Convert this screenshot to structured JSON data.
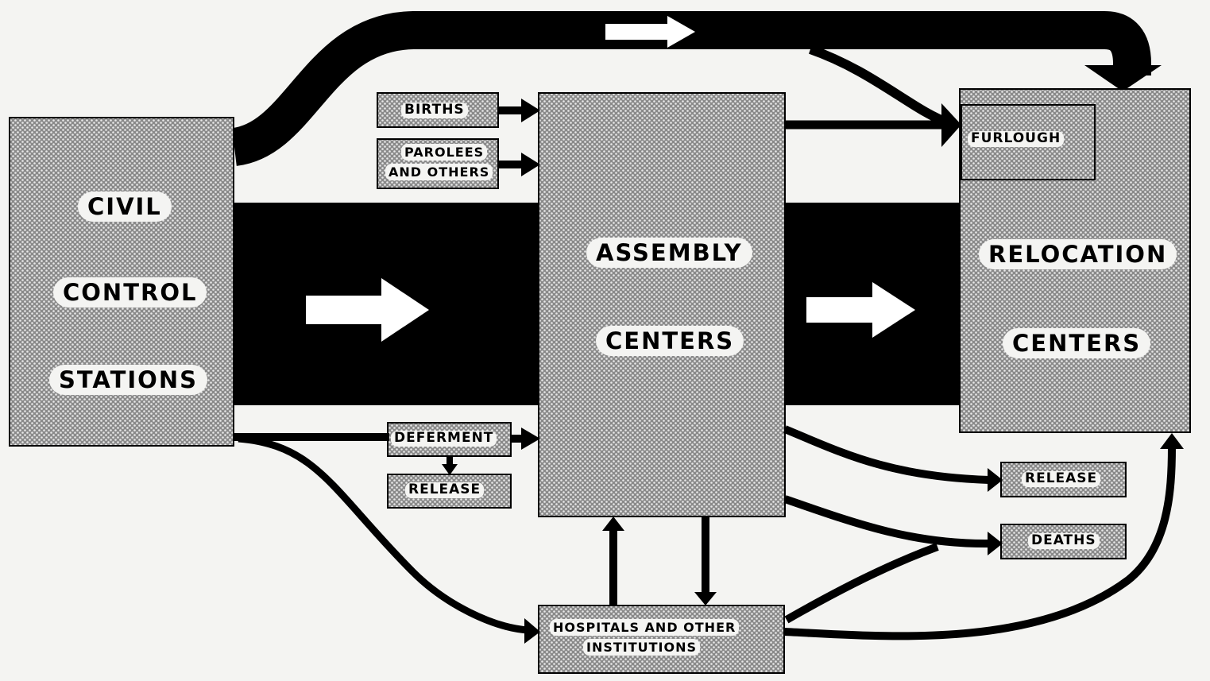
{
  "nodes": {
    "civil_control_stations": [
      "CIVIL",
      "CONTROL",
      "STATIONS"
    ],
    "assembly_centers": [
      "ASSEMBLY",
      "CENTERS"
    ],
    "relocation_centers": [
      "RELOCATION",
      "CENTERS"
    ],
    "furlough": "FURLOUGH",
    "births": "BIRTHS",
    "parolees_and_others": [
      "PAROLEES",
      "AND OTHERS"
    ],
    "deferment": "DEFERMENT",
    "release_left": "RELEASE",
    "release_right": "RELEASE",
    "deaths": "DEATHS",
    "hospitals": [
      "HOSPITALS AND OTHER",
      "INSTITUTIONS"
    ]
  },
  "colors": {
    "background": "#f4f4f2",
    "flow": "#000000",
    "box_fill": "halftone-gray"
  }
}
